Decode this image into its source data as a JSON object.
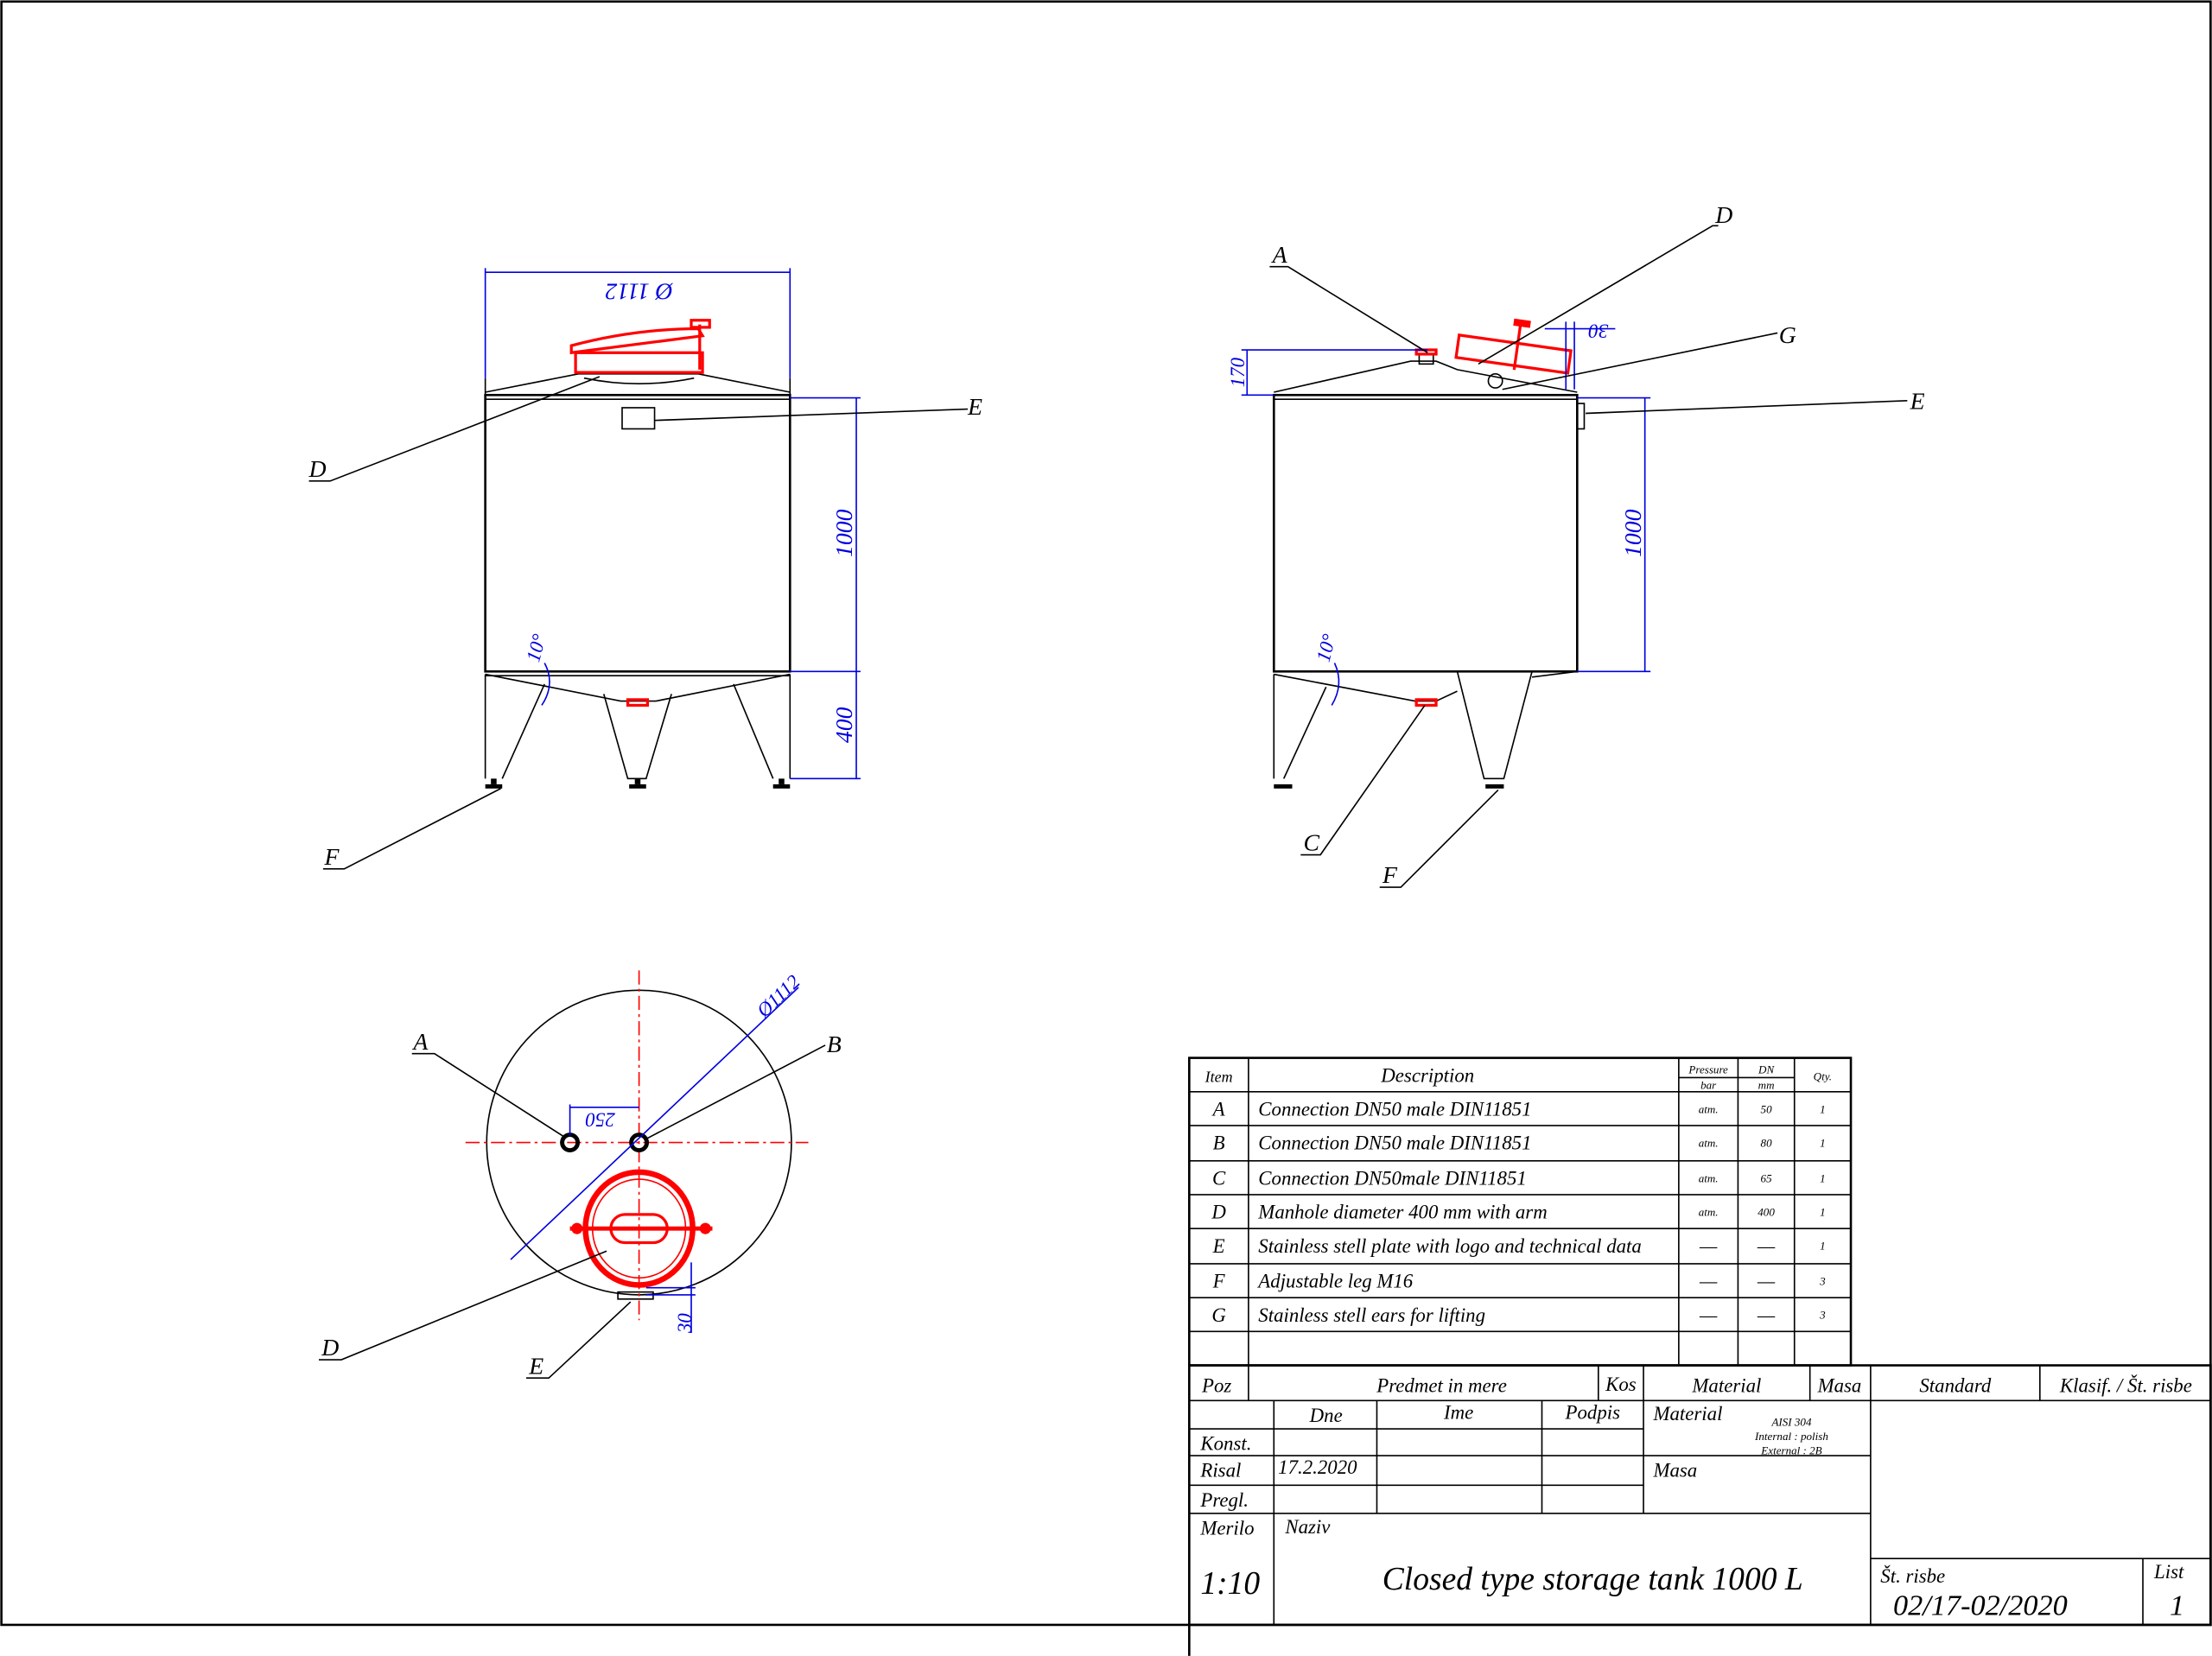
{
  "colors": {
    "outline": "#000000",
    "fittings": "#ff0000",
    "dimensions": "#0000e0"
  },
  "front_view": {
    "dimensions": {
      "diameter": "Ø 1112",
      "height_body": "1000",
      "height_legs": "400",
      "cone_angle": "10°"
    },
    "labels": {
      "d": "D",
      "e": "E",
      "f": "F"
    }
  },
  "side_view": {
    "dimensions": {
      "nozzle_height": "170",
      "manhole_offset": "30",
      "height_body": "1000",
      "cone_angle": "10°"
    },
    "labels": {
      "a": "A",
      "d": "D",
      "g": "G",
      "e": "E",
      "c": "C",
      "f": "F"
    }
  },
  "top_view": {
    "dimensions": {
      "diameter": "Ø1112",
      "nozzle_spacing": "250",
      "plate_offset": "30"
    },
    "labels": {
      "a": "A",
      "b": "B",
      "d": "D",
      "e": "E"
    }
  },
  "parts_table": {
    "headers": {
      "item": "Item",
      "description": "Description",
      "pressure": "Pressure",
      "pressure_unit": "bar",
      "dn": "DN",
      "dn_unit": "mm",
      "qty": "Qty."
    },
    "rows": [
      {
        "item": "A",
        "description": "Connection DN50 male DIN11851",
        "pressure": "atm.",
        "dn": "50",
        "qty": "1"
      },
      {
        "item": "B",
        "description": "Connection DN50 male DIN11851",
        "pressure": "atm.",
        "dn": "80",
        "qty": "1"
      },
      {
        "item": "C",
        "description": "Connection DN50male DIN11851",
        "pressure": "atm.",
        "dn": "65",
        "qty": "1"
      },
      {
        "item": "D",
        "description": "Manhole diameter 400 mm with arm",
        "pressure": "atm.",
        "dn": "400",
        "qty": "1"
      },
      {
        "item": "E",
        "description": "Stainless stell plate with logo and technical data",
        "pressure": "—",
        "dn": "—",
        "qty": "1"
      },
      {
        "item": "F",
        "description": "Adjustable leg M16",
        "pressure": "—",
        "dn": "—",
        "qty": "3"
      },
      {
        "item": "G",
        "description": "Stainless stell ears for lifting",
        "pressure": "—",
        "dn": "—",
        "qty": "3"
      }
    ]
  },
  "title_block": {
    "header": {
      "poz": "Poz",
      "predmet": "Predmet in mere",
      "kos": "Kos",
      "material": "Material",
      "masa": "Masa",
      "standard": "Standard",
      "klasif": "Klasif. / Št. risbe"
    },
    "cols": {
      "dne": "Dne",
      "ime": "Ime",
      "podpis": "Podpis"
    },
    "rows": {
      "konst": "Konst.",
      "risal": "Risal",
      "pregl": "Pregl."
    },
    "risal_date": "17.2.2020",
    "material_label": "Material",
    "material_lines": [
      "AISI 304",
      "Internal : polish",
      "External : 2B"
    ],
    "masa_label": "Masa",
    "merilo_label": "Merilo",
    "scale": "1:10",
    "naziv_label": "Naziv",
    "title": "Closed type storage tank 1000 L",
    "st_risbe_label": "Št. risbe",
    "drawing_number": "02/17-02/2020",
    "list_label": "List",
    "list_number": "1"
  }
}
